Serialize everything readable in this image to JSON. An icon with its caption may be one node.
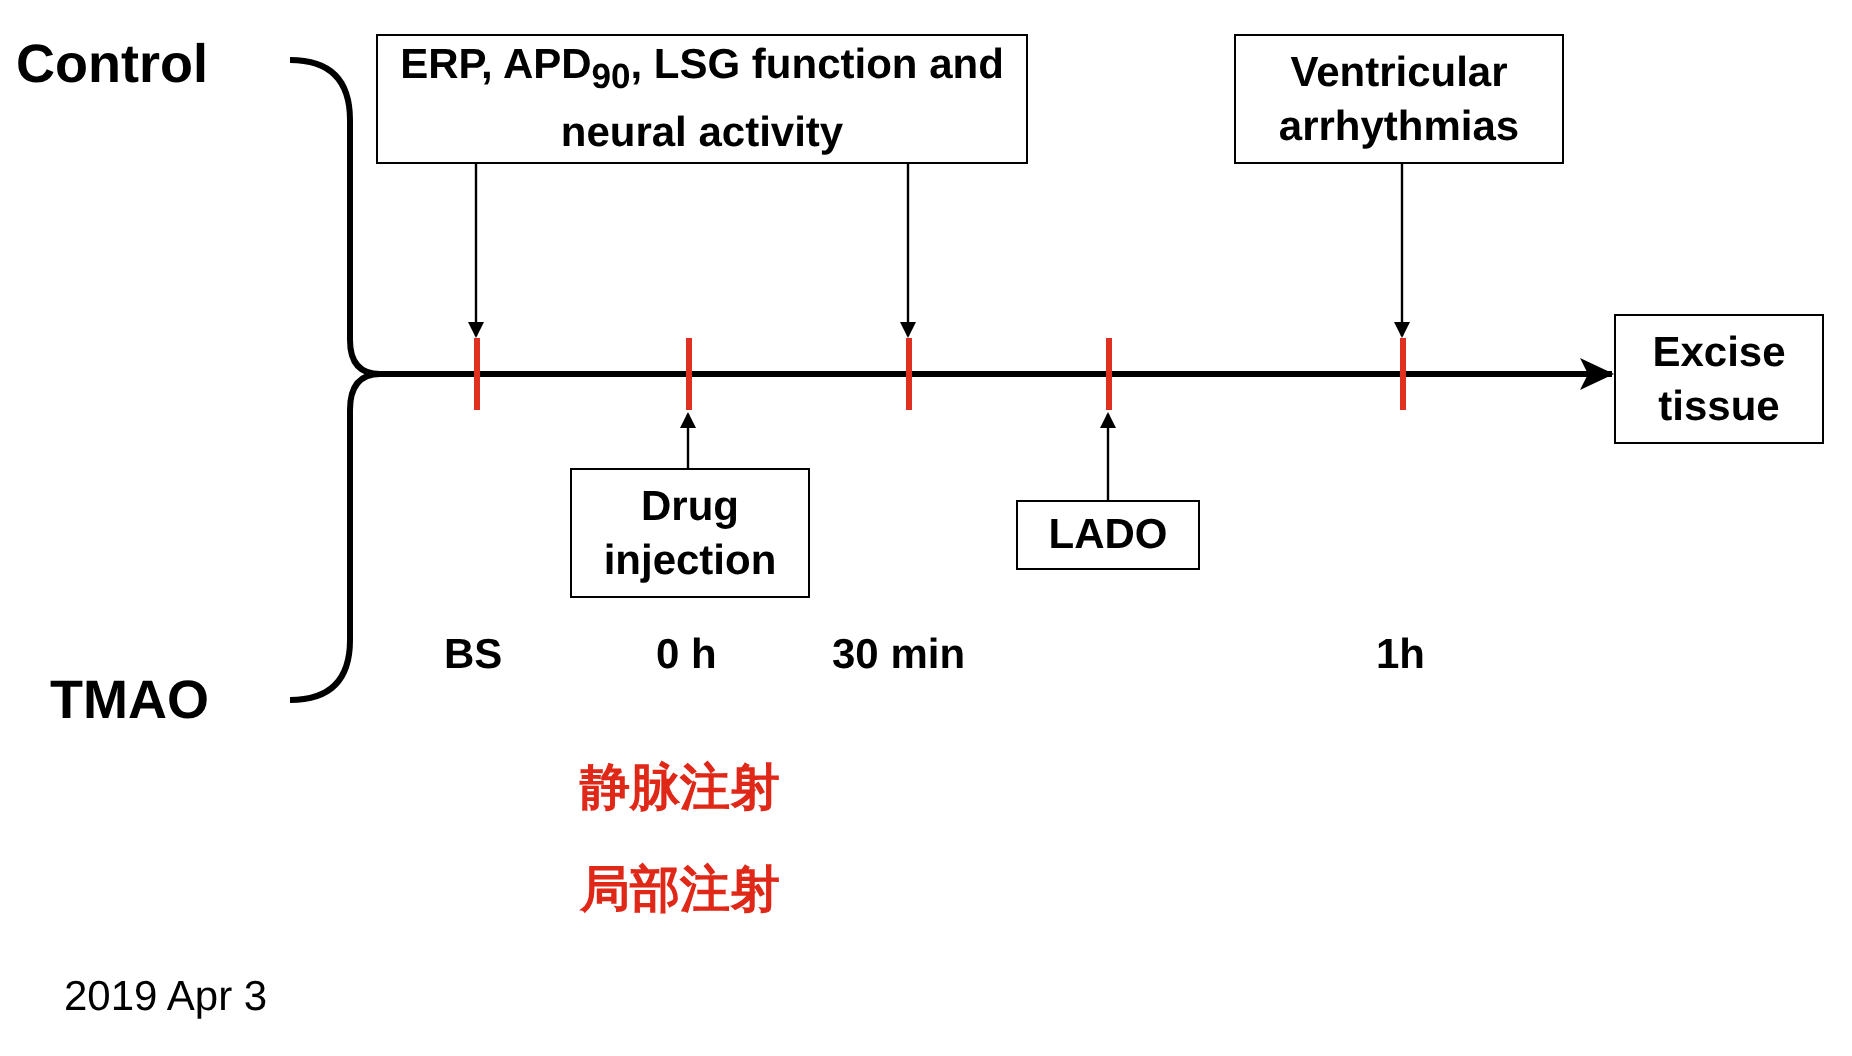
{
  "diagram": {
    "nodes": [
      {
        "text": [
          "ERP, APD$_{90}$, LSG function and neural activity"
        ]
      },
      {
        "text": [
          "Ventricular arrhythmias"
        ]
      },
      {
        "text": [],
        "shape": "bar"
      },
      {
        "text": [],
        "shape": "bar"
      },
      {
        "text": [],
        "shape": "bar"
      },
      {
        "text": [],
        "shape": "bar"
      },
      {
        "text": [],
        "shape": "bar"
      },
      {
        "text": [
          "Excise tissue"
        ]
      },
      {
        "text": [
          "Drug injection"
        ]
      },
      {
        "text": [
          "LADO"
        ]
      },
      {
        "text": [],
        "shape": "bracket"
      }
    ],
    "edges": [
      {
        "from": 0,
        "to": 2,
        "arrow": "to"
      },
      {
        "from": 0,
        "to": 4,
        "arrow": "to"
      },
      {
        "from": 1,
        "to": 6,
        "arrow": "to"
      },
      {
        "from": 8,
        "to": 3,
        "arrow": "to"
      },
      {
        "from": 9,
        "to": 5,
        "arrow": "to"
      },
      {
        "from": 10,
        "to": 7,
        "arrow": "to",
        "style": "thick"
      }
    ],
    "labels": [
      "Control",
      "TMAO",
      "BS",
      "0 h",
      "30 min",
      "1h",
      "静脉注射",
      "局部注射",
      "2019 Apr 3"
    ]
  }
}
